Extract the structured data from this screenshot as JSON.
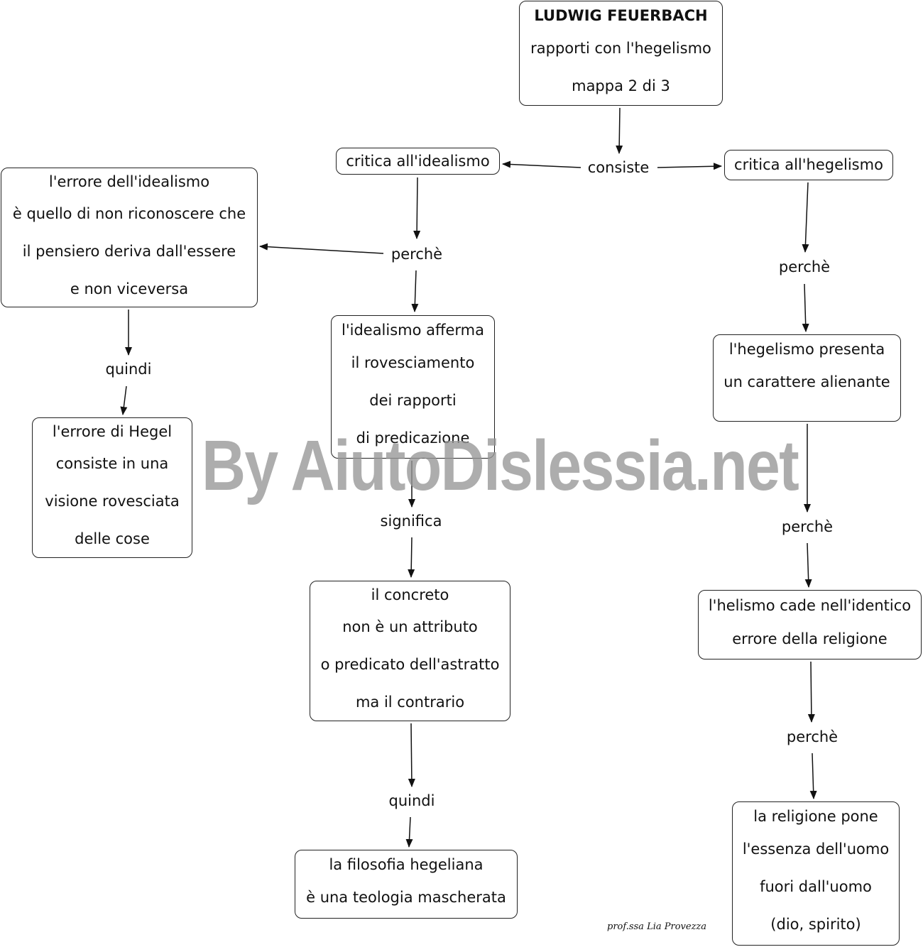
{
  "nodes": {
    "title": {
      "heading": "LUDWIG FEUERBACH",
      "subtitle": "rapporti con l'hegelismo",
      "map_index": "mappa 2 di 3"
    },
    "critica_idealismo": "critica all'idealismo",
    "critica_hegelismo": "critica all'hegelismo",
    "errore_idealismo": [
      "l'errore dell'idealismo",
      "è quello di non riconoscere che",
      "il pensiero deriva dall'essere",
      "e non viceversa"
    ],
    "idealismo_afferma": [
      "l'idealismo afferma",
      "il rovesciamento",
      "dei rapporti",
      "di predicazione"
    ],
    "errore_hegel": [
      "l'errore di Hegel",
      "consiste in una",
      "visione rovesciata",
      "delle cose"
    ],
    "concreto": [
      "il concreto",
      "non è un attributo",
      "o predicato dell'astratto",
      "ma il contrario"
    ],
    "filosofia_hegeliana": [
      "la filosofia hegeliana",
      "è una teologia mascherata"
    ],
    "hegelismo_presenta": [
      "l'hegelismo presenta",
      "un carattere alienante"
    ],
    "helismo_cade": [
      "l'helismo cade nell'identico",
      "errore della religione"
    ],
    "religione_pone": [
      "la religione pone",
      "l'essenza dell'uomo",
      "fuori dall'uomo",
      "(dio, spirito)"
    ]
  },
  "links": {
    "consiste": "consiste",
    "perche_left": "perchè",
    "quindi_left": "quindi",
    "significa": "significa",
    "quindi_center": "quindi",
    "perche_right_1": "perchè",
    "perche_right_2": "perchè",
    "perche_right_3": "perchè"
  },
  "watermark": "By AiutoDislessia.net",
  "credit": "prof.ssa Lia Provezza",
  "colors": {
    "stroke": "#222222",
    "watermark": "#969696",
    "background": "#ffffff"
  }
}
